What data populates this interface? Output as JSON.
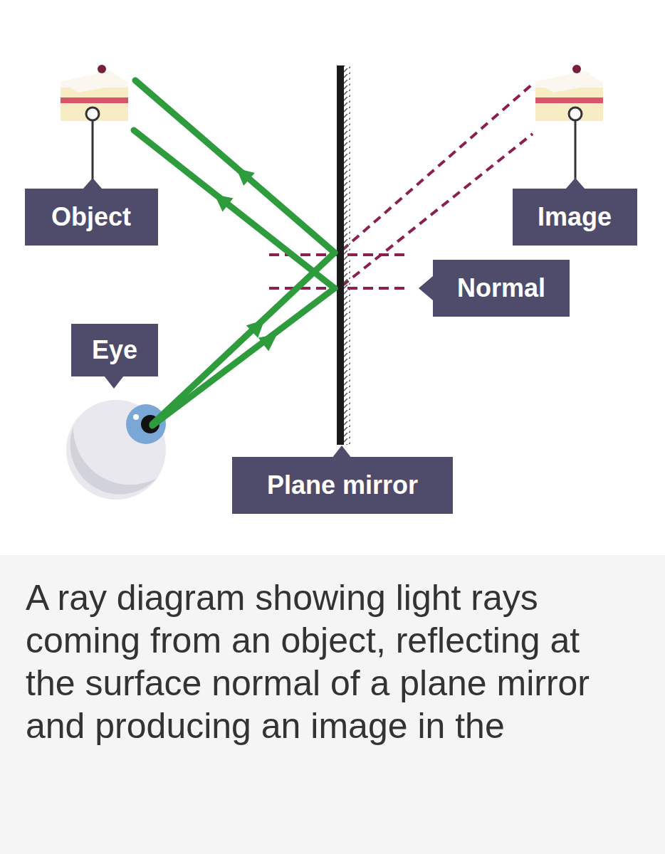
{
  "diagram": {
    "caption": "A ray diagram showing light rays coming from an object, reflecting at the surface normal of a plane mirror and producing an image in the",
    "nodes": [
      {
        "text": [
          "Object"
        ]
      },
      {
        "text": [
          "Image"
        ]
      },
      {
        "text": [
          "Normal"
        ]
      },
      {
        "text": [
          "Eye"
        ]
      },
      {
        "text": [
          "Plane mirror"
        ]
      }
    ]
  }
}
